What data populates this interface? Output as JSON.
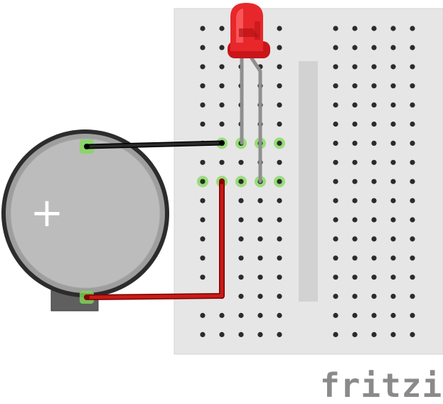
{
  "branding": {
    "logo_text": "fritzing"
  },
  "components": {
    "battery": {
      "name": "coin-cell-battery",
      "terminal_symbol": "+"
    },
    "led": {
      "name": "red-led",
      "color": "#e8272b"
    },
    "breadboard": {
      "name": "mini-breadboard",
      "left_columns": 5,
      "right_columns": 5,
      "rows": 17
    }
  },
  "wires": [
    {
      "name": "black-wire",
      "color": "#1a1a1a",
      "outline": "#000000"
    },
    {
      "name": "red-wire",
      "color": "#c41a16",
      "outline": "#7a0000"
    }
  ],
  "colors": {
    "breadboard_body": "#e8e8e8",
    "breadboard_hole": "#2b2b2b",
    "active_hole_glow": "#7ed957",
    "battery_shell": "#2e2e2e",
    "battery_face": "#bdbdbd",
    "led_lead": "#9a9a9a"
  }
}
